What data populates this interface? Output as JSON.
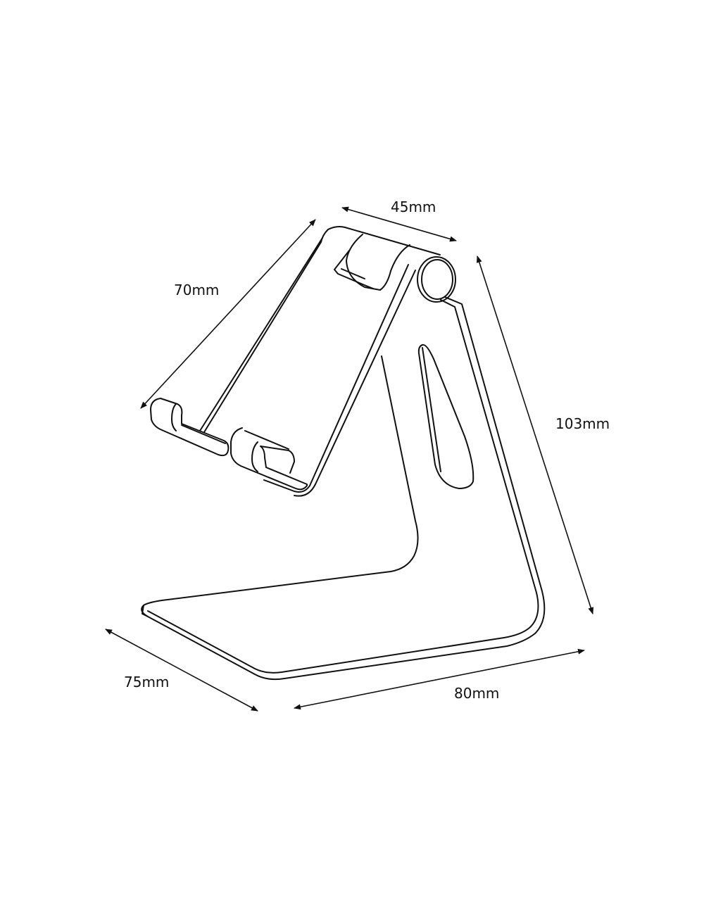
{
  "diagram": {
    "subject": "phone-stand-line-drawing",
    "stroke_color": "#111111",
    "background": "#ffffff",
    "dimensions": {
      "top_width": "45mm",
      "holder_length": "70mm",
      "height": "103mm",
      "base_depth": "75mm",
      "base_width": "80mm"
    }
  }
}
